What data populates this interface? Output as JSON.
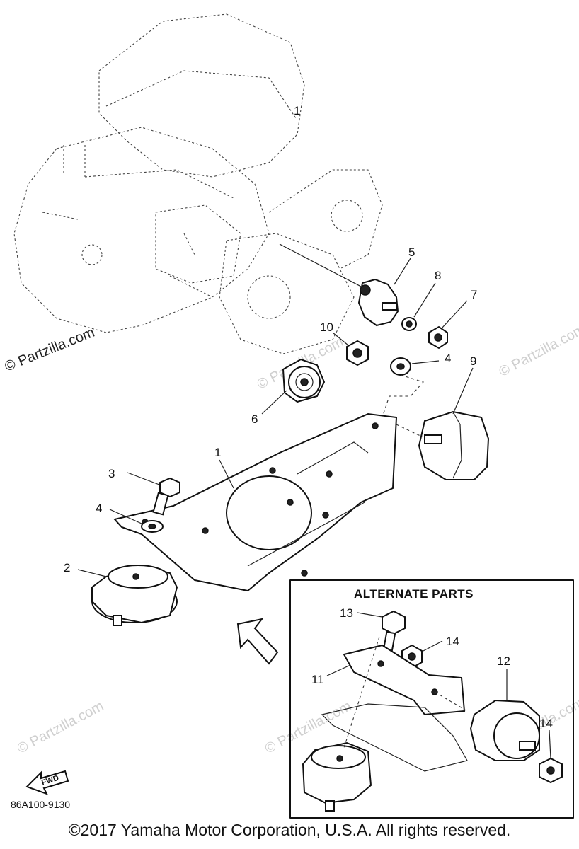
{
  "callouts": {
    "engine": "1",
    "plate": "1",
    "mount_lower": "2",
    "bolt": "3",
    "washer_upper": "4",
    "washer_lower": "4",
    "bracket": "5",
    "bushing": "6",
    "nut": "7",
    "washer_small": "8",
    "mount_large": "9",
    "nut_flange": "10",
    "alt_bracket": "11",
    "alt_mount": "12",
    "alt_bolt": "13",
    "alt_nut_top": "14",
    "alt_nut_right": "14"
  },
  "alternate_parts_title": "ALTERNATE PARTS",
  "fwd_label": "FWD",
  "diagram_code": "86A100-9130",
  "watermark": {
    "primary": "© Partzilla.com",
    "faint": "© Partzilla.com"
  },
  "copyright": "©2017 Yamaha Motor Corporation, U.S.A. All rights reserved."
}
